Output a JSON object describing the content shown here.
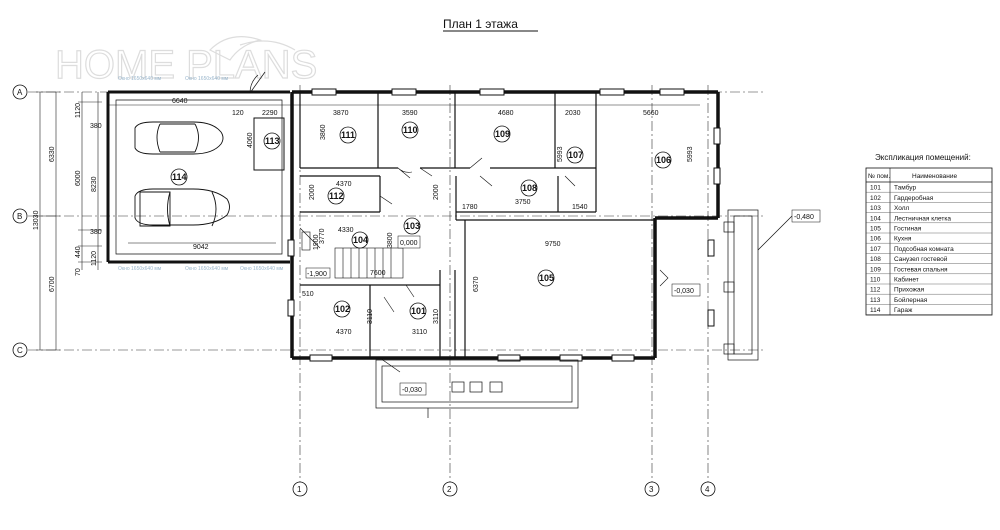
{
  "title": "План 1 этажа",
  "watermark": "HOME PLANS",
  "axes": {
    "rows": [
      "A",
      "B",
      "C"
    ],
    "cols": [
      "1",
      "2",
      "3",
      "4"
    ]
  },
  "rooms": [
    "101",
    "102",
    "103",
    "104",
    "105",
    "106",
    "107",
    "108",
    "109",
    "110",
    "111",
    "112",
    "113",
    "114"
  ],
  "levels": {
    "hall": "0,000",
    "porch": "-0,030",
    "terrace": "-0,030",
    "garage": "-1,900",
    "garage_right": "-0,480"
  },
  "dimensions": {
    "top_row": [
      "6640",
      "120",
      "2290",
      "3870",
      "3590",
      "4680",
      "2030",
      "5660"
    ],
    "left": [
      "1120",
      "380",
      "6000",
      "8230",
      "380",
      "440",
      "1120",
      "70"
    ],
    "outer_left": [
      "6330",
      "13030",
      "6700"
    ],
    "garage_bottom": "9042",
    "room_110_111": "3860",
    "room_113": "4060",
    "r112_w": "4370",
    "r112_h": "2000",
    "r103_h": "2000",
    "r108_w": "3750",
    "r108_l": "1780",
    "r108_r": "1540",
    "r107_h": "5993",
    "r106_h": "5993",
    "r104_w": "4330",
    "r104_a": "3770",
    "r104_b": "3800",
    "stairs": "7600",
    "r105_w": "9750",
    "r105_h": "6370",
    "r102_w": "4370",
    "r102_h": "3110",
    "r101_h": "3110",
    "r101_w": "3110",
    "r102_top": "510",
    "r104_side": "1900"
  },
  "window_notes": [
    "Окно 1650х640 мм",
    "Окно 1650х640 мм",
    "Окно 1650х640 мм",
    "Окно 1650х640 мм",
    "Окно 1650х640 мм"
  ],
  "table": {
    "title": "Экспликация помещений:",
    "headers": [
      "№ пом.",
      "Наименование"
    ],
    "rows": [
      [
        "101",
        "Тамбур"
      ],
      [
        "102",
        "Гардеробная"
      ],
      [
        "103",
        "Холл"
      ],
      [
        "104",
        "Лестничная клетка"
      ],
      [
        "105",
        "Гостиная"
      ],
      [
        "106",
        "Кухня"
      ],
      [
        "107",
        "Подсобная комната"
      ],
      [
        "108",
        "Санузел гостевой"
      ],
      [
        "109",
        "Гостевая спальня"
      ],
      [
        "110",
        "Кабинет"
      ],
      [
        "112",
        "Прихожая"
      ],
      [
        "113",
        "Бойлерная"
      ],
      [
        "114",
        "Гараж"
      ]
    ]
  },
  "colors": {
    "line": "#111111",
    "thin": "#333333",
    "watermark": "#d8d8d8",
    "window_note": "#9ab6cc"
  }
}
